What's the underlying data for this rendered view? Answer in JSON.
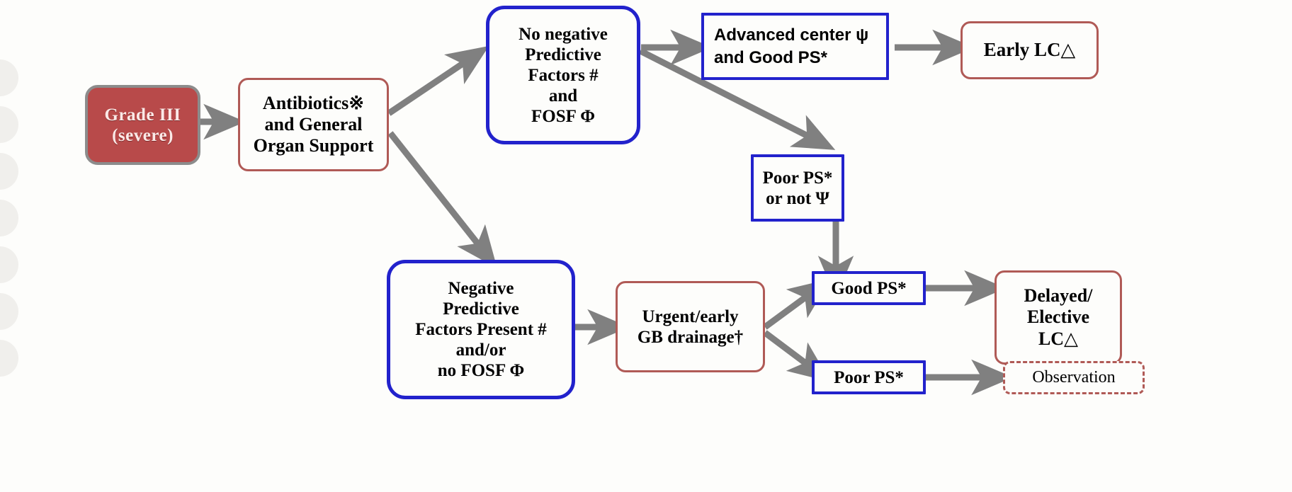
{
  "diagram": {
    "title": "Grade III (severe) acute cholecystitis management flowchart",
    "colors": {
      "grade_fill": "#b84a4a",
      "grade_border": "#8c8c8c",
      "red_border": "#b05a56",
      "blue_border": "#2222cc",
      "arrow": "#808080",
      "background": "#fdfdfb",
      "text": "#000000"
    },
    "nodes": [
      {
        "id": "grade3",
        "name": "grade-iii-severe",
        "lines": [
          "Grade III",
          "(severe)"
        ]
      },
      {
        "id": "antibiotics",
        "name": "antibiotics-general-organ-support",
        "lines": [
          "Antibiotics※",
          "and General",
          "Organ Support"
        ]
      },
      {
        "id": "no-neg-pf",
        "name": "no-negative-predictive-factors",
        "lines": [
          "No negative",
          "Predictive",
          "Factors #",
          "and",
          "FOSF Φ"
        ]
      },
      {
        "id": "adv-center",
        "name": "advanced-center-good-ps",
        "lines": [
          "Advanced center ψ",
          "and Good PS*"
        ]
      },
      {
        "id": "early-lc",
        "name": "early-lc",
        "lines": [
          "Early LC△"
        ]
      },
      {
        "id": "poor-ps-not",
        "name": "poor-ps-or-not-psi",
        "lines": [
          "Poor PS*",
          "or not Ψ"
        ]
      },
      {
        "id": "neg-pf-present",
        "name": "negative-predictive-factors-present",
        "lines": [
          "Negative",
          "Predictive",
          "Factors Present #",
          "and/or",
          "no FOSF Φ"
        ]
      },
      {
        "id": "gb-drainage",
        "name": "urgent-early-gb-drainage",
        "lines": [
          "Urgent/early",
          "GB drainage†"
        ]
      },
      {
        "id": "good-ps",
        "name": "good-ps",
        "lines": [
          "Good PS*"
        ]
      },
      {
        "id": "delayed-lc",
        "name": "delayed-elective-lc",
        "lines": [
          "Delayed/",
          "Elective",
          "LC△"
        ]
      },
      {
        "id": "poor-ps",
        "name": "poor-ps",
        "lines": [
          "Poor PS*"
        ]
      },
      {
        "id": "observation",
        "name": "observation",
        "lines": [
          "Observation"
        ]
      }
    ],
    "edges": [
      {
        "name": "edge-grade-to-antibiotics",
        "from": "grade3",
        "to": "antibiotics"
      },
      {
        "name": "edge-antibiotics-to-no-neg-pf",
        "from": "antibiotics",
        "to": "no-neg-pf"
      },
      {
        "name": "edge-antibiotics-to-neg-pf",
        "from": "antibiotics",
        "to": "neg-pf-present"
      },
      {
        "name": "edge-no-neg-pf-to-adv-center",
        "from": "no-neg-pf",
        "to": "adv-center"
      },
      {
        "name": "edge-no-neg-pf-to-poor-ps-not",
        "from": "no-neg-pf",
        "to": "poor-ps-not"
      },
      {
        "name": "edge-adv-center-to-early-lc",
        "from": "adv-center",
        "to": "early-lc"
      },
      {
        "name": "edge-poor-ps-not-to-gb-drainage",
        "from": "poor-ps-not",
        "to": "gb-drainage"
      },
      {
        "name": "edge-neg-pf-to-gb-drainage",
        "from": "neg-pf-present",
        "to": "gb-drainage"
      },
      {
        "name": "edge-gb-drainage-to-good-ps",
        "from": "gb-drainage",
        "to": "good-ps"
      },
      {
        "name": "edge-gb-drainage-to-poor-ps",
        "from": "gb-drainage",
        "to": "poor-ps"
      },
      {
        "name": "edge-good-ps-to-delayed-lc",
        "from": "good-ps",
        "to": "delayed-lc"
      },
      {
        "name": "edge-poor-ps-to-observation",
        "from": "poor-ps",
        "to": "observation"
      }
    ]
  }
}
